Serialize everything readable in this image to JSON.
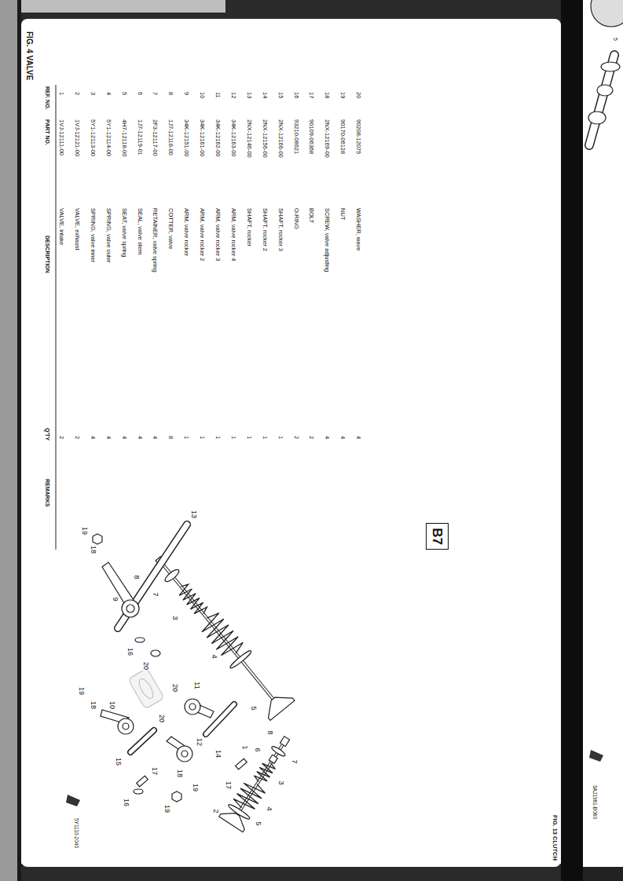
{
  "diagram": {
    "title": "FIG. 4 VALVE",
    "nodes": [
      {
        "text": [
          "B7"
        ]
      }
    ],
    "labels": [
      "REF. NO.",
      "PART NO.",
      "DESCRIPTION",
      "Q'TY",
      "REMARKS",
      "1",
      "1VJ-12111-00",
      "VALVE, intake",
      "2",
      "2",
      "1VJ-12121-00",
      "VALVE, exhaust",
      "2",
      "3",
      "5Y1-12113-00",
      "SPRING, valve inner",
      "4",
      "4",
      "5Y1-12114-00",
      "SPRING, valve outer",
      "4",
      "5",
      "4H7-12118-00",
      "SEAT, valve spring",
      "4",
      "6",
      "1J7-12119-01",
      "SEAL, valve stem",
      "4",
      "7",
      "2F3-12117-00",
      "RETAINER, valve spring",
      "4",
      "8",
      "1J7-12118-00",
      "COTTER, valve",
      "8",
      "9",
      "34K-12151-00",
      "ARM, valve rocker",
      "1",
      "10",
      "34K-12161-00",
      "ARM, valve rocker 2",
      "1",
      "11",
      "34K-12162-00",
      "ARM, valve rocker 3",
      "1",
      "12",
      "34K-12163-00",
      "ARM, valve rocker 4",
      "1",
      "13",
      "2NX-12146-00",
      "SHAFT, rocker",
      "1",
      "14",
      "2NX-12156-00",
      "SHAFT, rocker 2",
      "1",
      "15",
      "2NX-12166-00",
      "SHAFT, rocker 3",
      "1",
      "16",
      "93210-08621",
      "O-RING",
      "2",
      "17",
      "90109-06368",
      "BOLT",
      "2",
      "18",
      "2NX-12169-00",
      "SCREW, valve adjusting",
      "4",
      "19",
      "90170-06128",
      "NUT",
      "4",
      "20",
      "90208-12075",
      "WASHER, wave",
      "4",
      "13",
      "19",
      "18",
      "8",
      "7",
      "9",
      "3",
      "16",
      "20",
      "4",
      "19",
      "18",
      "10",
      "20",
      "11",
      "5",
      "1",
      "14",
      "17",
      "15",
      "20",
      "12",
      "18",
      "17",
      "16",
      "19",
      "19",
      "8",
      "7",
      "6",
      "3",
      "4",
      "5",
      "2",
      "5Y1110-2040",
      "FIG. 13 CLUTCH",
      "3AJ1361-B060",
      "5"
    ]
  }
}
